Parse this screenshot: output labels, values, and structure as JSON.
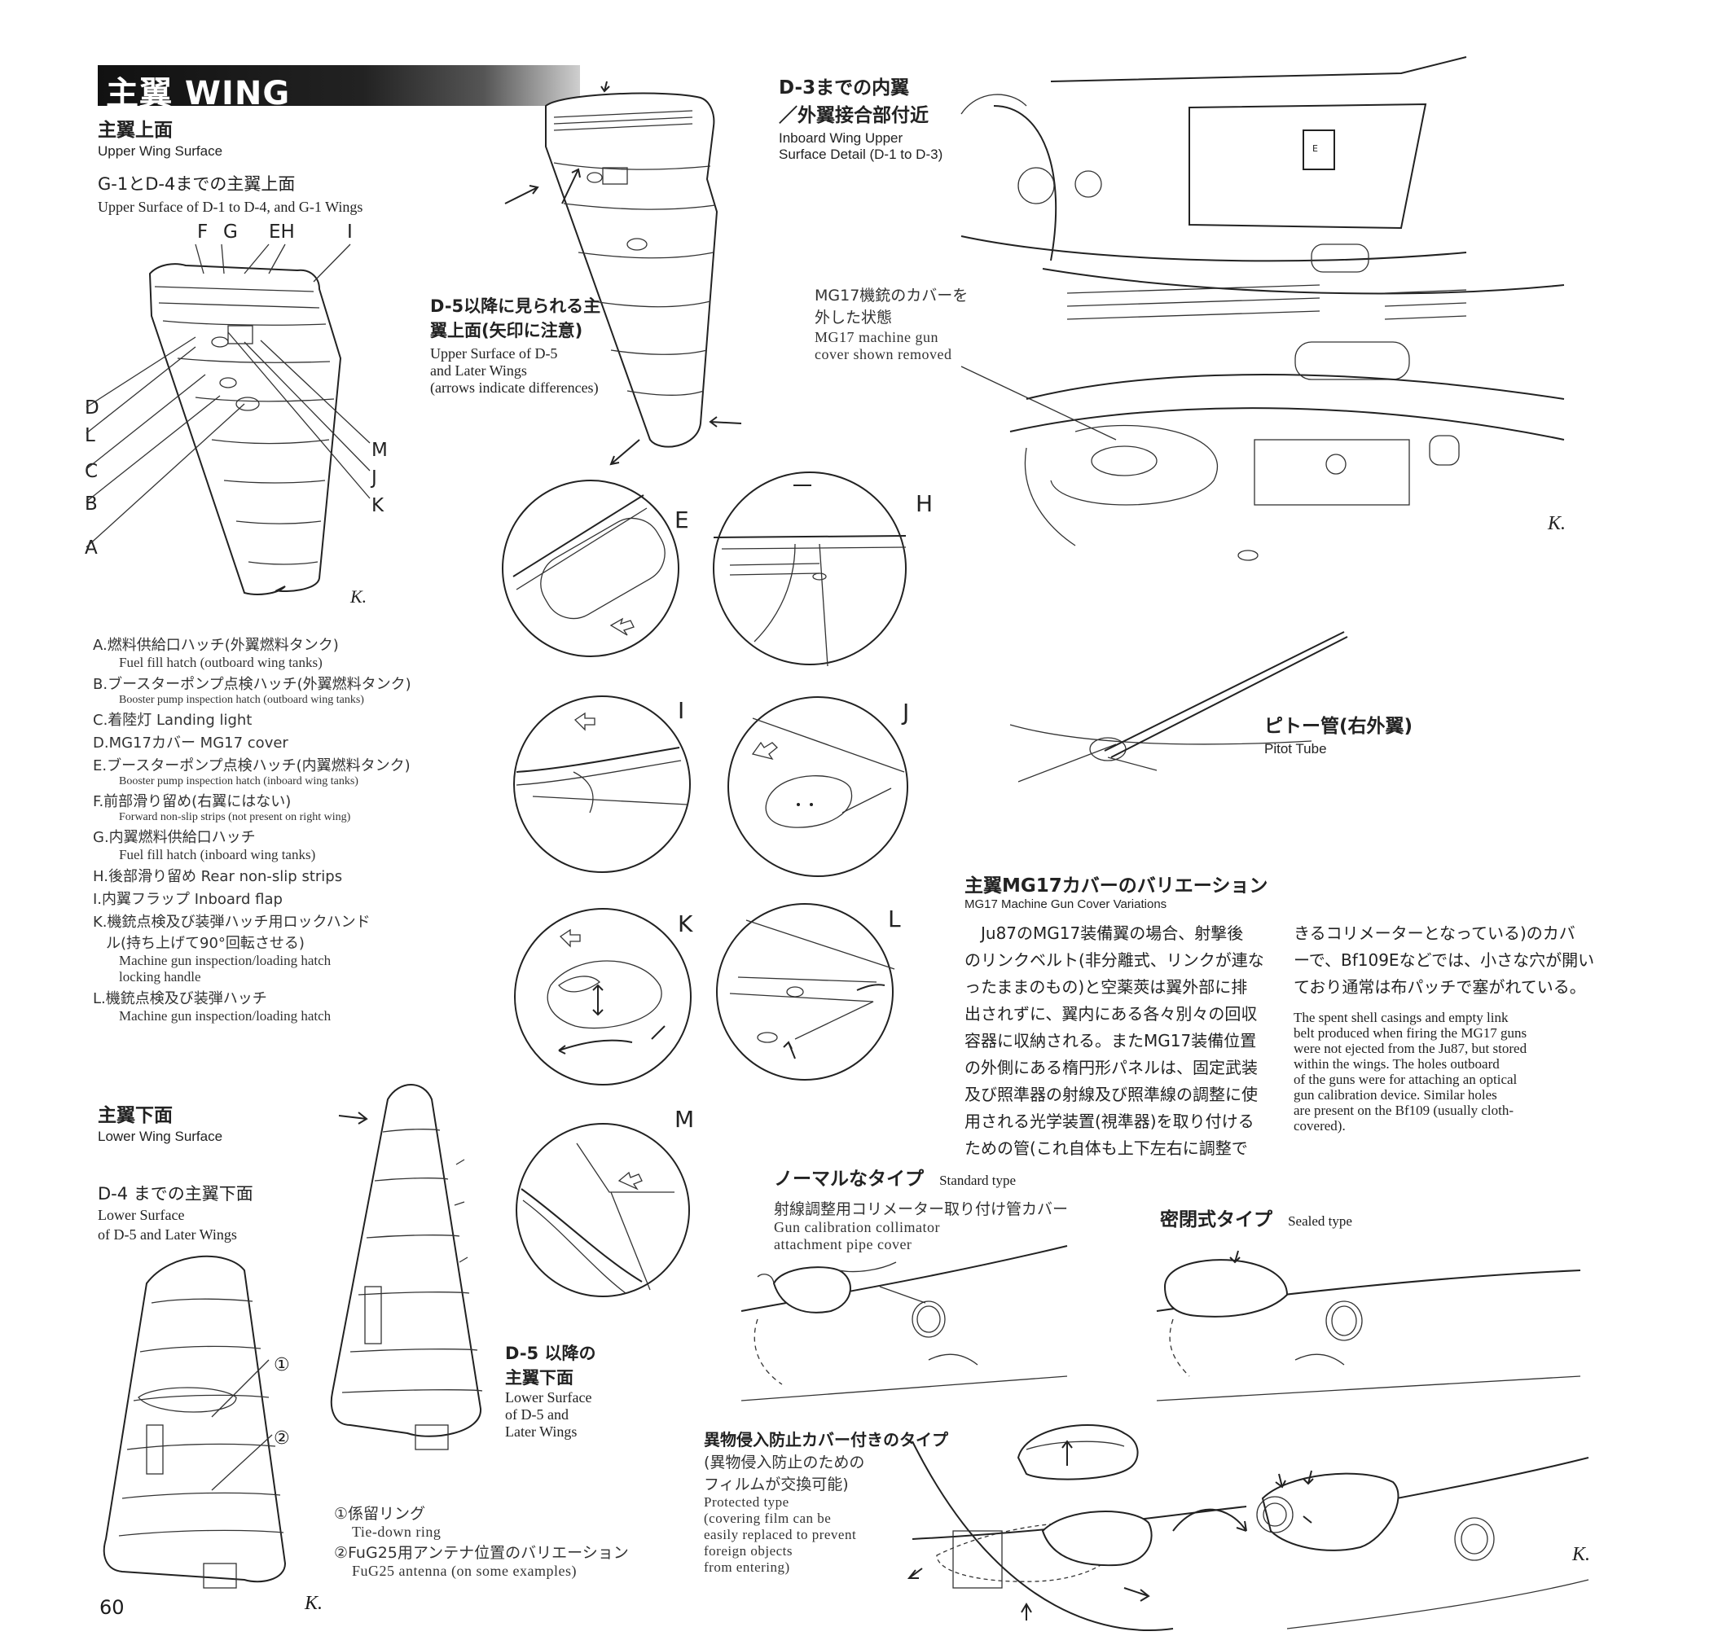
{
  "header": {
    "title": "主翼 WING"
  },
  "upper_surface": {
    "title_jp": "主翼上面",
    "title_en": "Upper Wing Surface",
    "sub_jp": "G-1とD-4までの主翼上面",
    "sub_en": "Upper Surface of D-1 to D-4, and G-1 Wings"
  },
  "d5_upper": {
    "jp_line1": "D-5以降に見られる主",
    "jp_line2": "翼上面(矢印に注意)",
    "en_line1": "Upper Surface of D-5",
    "en_line2": "and Later Wings",
    "en_line3": "(arrows indicate differences)"
  },
  "inboard_detail": {
    "jp_line1": "D-3までの内翼",
    "jp_line2": "／外翼接合部付近",
    "en_line1": "Inboard Wing Upper",
    "en_line2": "Surface Detail (D-1 to D-3)"
  },
  "mg17_removed": {
    "jp_line1": "MG17機銃のカバーを",
    "jp_line2": "外した状態",
    "en_line1": "MG17 machine gun",
    "en_line2": "cover shown removed"
  },
  "part_letters": {
    "top": [
      "F",
      "G",
      "EH",
      "I"
    ],
    "left": [
      "D",
      "L",
      "C",
      "B",
      "A"
    ],
    "right": [
      "M",
      "J",
      "K"
    ]
  },
  "detail_circles": [
    "E",
    "H",
    "I",
    "J",
    "K",
    "L",
    "M"
  ],
  "legend": [
    {
      "jp": "A.燃料供給口ハッチ(外翼燃料タンク)",
      "en": "Fuel fill hatch (outboard wing tanks)",
      "small": false
    },
    {
      "jp": "B.ブースターポンプ点検ハッチ(外翼燃料タンク)",
      "en": "Booster pump inspection hatch (outboard wing tanks)",
      "small": true
    },
    {
      "jp": "C.着陸灯 Landing light",
      "en": "",
      "small": false
    },
    {
      "jp": "D.MG17カバー MG17 cover",
      "en": "",
      "small": false
    },
    {
      "jp": "E.ブースターポンプ点検ハッチ(内翼燃料タンク)",
      "en": "Booster pump inspection hatch (inboard wing tanks)",
      "small": true
    },
    {
      "jp": "F.前部滑り留め(右翼にはない)",
      "en": "Forward non-slip strips (not present on right wing)",
      "small": true
    },
    {
      "jp": "G.内翼燃料供給口ハッチ",
      "en": "Fuel fill hatch (inboard wing tanks)",
      "small": false
    },
    {
      "jp": "H.後部滑り留め Rear non-slip strips",
      "en": "",
      "small": false
    },
    {
      "jp": "I.内翼フラップ Inboard flap",
      "en": "",
      "small": false
    },
    {
      "jp": "K.機銃点検及び装弾ハッチ用ロックハンド",
      "en": "",
      "small": false
    },
    {
      "jp": "ル(持ち上げて90°回転させる)",
      "en": "Machine gun inspection/loading hatch",
      "small": false
    },
    {
      "jp": "",
      "en": "locking handle",
      "small": false
    },
    {
      "jp": "L.機銃点検及び装弾ハッチ",
      "en": "Machine gun inspection/loading hatch",
      "small": false
    }
  ],
  "pitot": {
    "jp": "ピトー管(右外翼)",
    "en": "Pitot Tube"
  },
  "mg17_variations": {
    "title_jp": "主翼MG17カバーのバリエーション",
    "title_en": "MG17 Machine Gun Cover Variations",
    "body_jp": [
      "　Ju87のMG17装備翼の場合、射撃後",
      "のリンクベルト(非分離式、リンクが連な",
      "ったままのもの)と空薬莢は翼外部に排",
      "出されずに、翼内にある各々別々の回収",
      "容器に収納される。またMG17装備位置",
      "の外側にある楕円形パネルは、固定武装",
      "及び照準器の射線及び照準線の調整に使",
      "用される光学装置(視準器)を取り付ける",
      "ための管(これ自体も上下左右に調整で"
    ],
    "body_jp2": [
      "きるコリメーターとなっている)のカバ",
      "ーで、Bf109Eなどでは、小さな穴が開い",
      "ており通常は布パッチで塞がれている。"
    ],
    "body_en": [
      "The spent shell casings and empty link",
      "belt produced when firing the MG17 guns",
      "were not ejected from the Ju87, but stored",
      "within the wings. The holes outboard",
      "of the guns were for attaching an optical",
      "gun calibration device. Similar holes",
      "are present on the Bf109 (usually cloth-",
      "covered)."
    ]
  },
  "standard_type": {
    "jp": "ノーマルなタイプ",
    "en": "Standard type",
    "desc_jp": "射線調整用コリメーター取り付け管カバー",
    "desc_en1": "Gun calibration collimator",
    "desc_en2": "attachment pipe cover"
  },
  "sealed_type": {
    "jp": "密閉式タイプ",
    "en": "Sealed type"
  },
  "protected_type": {
    "jp1": "異物侵入防止カバー付きのタイプ",
    "jp2": "(異物侵入防止のための",
    "jp3": "フィルムが交換可能)",
    "en1": "Protected type",
    "en2": "(covering film can be",
    "en3": "easily replaced to prevent",
    "en4": "foreign objects",
    "en5": "from entering)"
  },
  "lower_surface": {
    "title_jp": "主翼下面",
    "title_en": "Lower Wing Surface",
    "sub_jp": "D-4 までの主翼下面",
    "sub_en1": "Lower Surface",
    "sub_en2": "of D-5 and Later Wings"
  },
  "d5_lower": {
    "jp1": "D-5 以降の",
    "jp2": "主翼下面",
    "en1": "Lower Surface",
    "en2": "of D-5 and",
    "en3": "Later Wings"
  },
  "footnotes": {
    "n1_jp": "①係留リング",
    "n1_en": "Tie-down ring",
    "n2_jp": "②FuG25用アンテナ位置のバリエーション",
    "n2_en": "FuG25 antenna (on some examples)"
  },
  "callout_numbers": [
    "①",
    "②"
  ],
  "artist_mark": "K.",
  "page_number": "60"
}
